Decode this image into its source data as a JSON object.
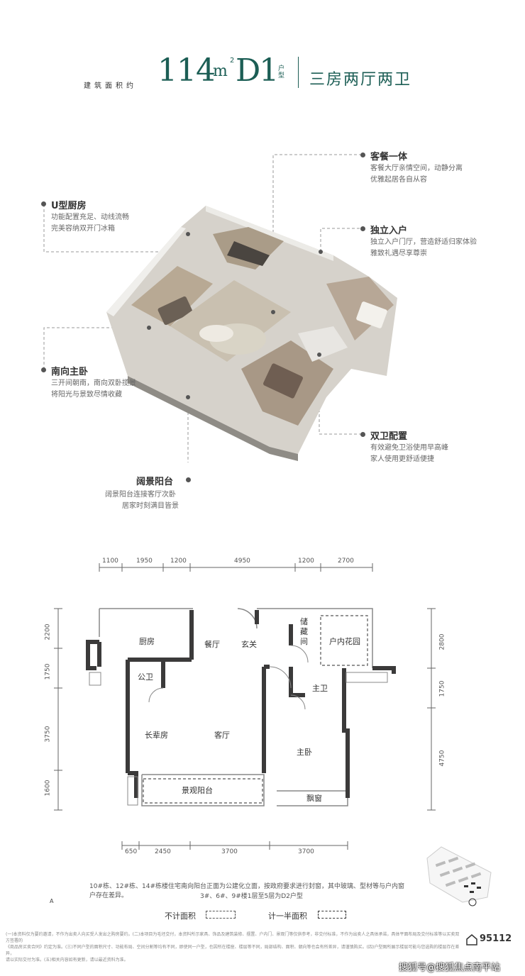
{
  "header": {
    "area_label": "建筑面积约",
    "area_value": "114",
    "area_unit": "m",
    "area_sup": "2",
    "type_code": "D1",
    "type_suffix": "户型",
    "layout": "三房两厅两卫"
  },
  "features": {
    "living": {
      "title": "客餐一体",
      "desc1": "客餐大厅亲情空间，动静分离",
      "desc2": "优雅起居各自从容"
    },
    "kitchen": {
      "title": "U型厨房",
      "desc1": "功能配置充足、动线流畅",
      "desc2": "完美容纳双开门冰箱"
    },
    "entry": {
      "title": "独立入户",
      "desc1": "独立入户门厅，营造舒适归家体验",
      "desc2": "雅致礼遇尽享尊崇"
    },
    "master": {
      "title": "南向主卧",
      "desc1": "三开间朝南，南向双卧揽景",
      "desc2": "将阳光与景致尽情收藏"
    },
    "bath": {
      "title": "双卫配置",
      "desc1": "有效避免卫浴使用早高峰",
      "desc2": "家人使用更舒适便捷"
    },
    "balcony": {
      "title": "阔景阳台",
      "desc1": "阔景阳台连接客厅次卧",
      "desc2": "居家时刻满目皆景"
    }
  },
  "floorplan": {
    "dims_top": [
      "1100",
      "1950",
      "1200",
      "4950",
      "1200",
      "2700"
    ],
    "dims_bottom": [
      "650",
      "2450",
      "3700",
      "3700"
    ],
    "dims_left": [
      "2200",
      "1750",
      "3750",
      "1600"
    ],
    "dims_right": [
      "2800",
      "1750",
      "4750"
    ],
    "rooms": {
      "kitchen": "厨房",
      "dining": "餐厅",
      "foyer": "玄关",
      "storage": "储藏间",
      "garden": "户内花园",
      "public_bath": "公卫",
      "master_bath": "主卫",
      "elder_room": "长辈房",
      "living": "客厅",
      "master_bedroom": "主卧",
      "balcony": "景观阳台",
      "bay_window": "飘窗"
    }
  },
  "notes": {
    "line1": "10#栋、12#栋、14#栋楼住宅南向阳台正面为公建化立面，按政府要求进行封窗，其中玻璃、型材等与户内窗户存在差异。",
    "line2": "3#、6#、9#楼1层至5层为D2户型"
  },
  "legend": {
    "exclude": "不计面积",
    "half": "计一半面积"
  },
  "compass": "A",
  "disclaimer": {
    "line1": "(一)本资料仅为要约邀请，不作为出卖人向买受人发出之购房要约。(二)本项目为毛坯交付，本资料所示家具、饰品及建筑装修、摆置、户内门、景观门等仅供参考，非交付标准，不作为出卖人之具体承诺，具体平面布局及交付标准等以买卖双方签署的",
    "line2": "《商品房买卖合同》约定为准。(三)不同户型的面积尺寸、功能布局、空间分割等均有不同，即使同一户型，也因所在楼座、楼层等不同，局部结构、面积、朝向等也会有所差异，请谨慎购买。(四)户型图所展示楼层可能与您选购的楼层存在差异，",
    "line3": "请以实际交付为准。(五)相关内容如有更新，请以最近资料为准。"
  },
  "hotline": "95112",
  "watermark": "搜狐号@搜狐焦点南平站"
}
